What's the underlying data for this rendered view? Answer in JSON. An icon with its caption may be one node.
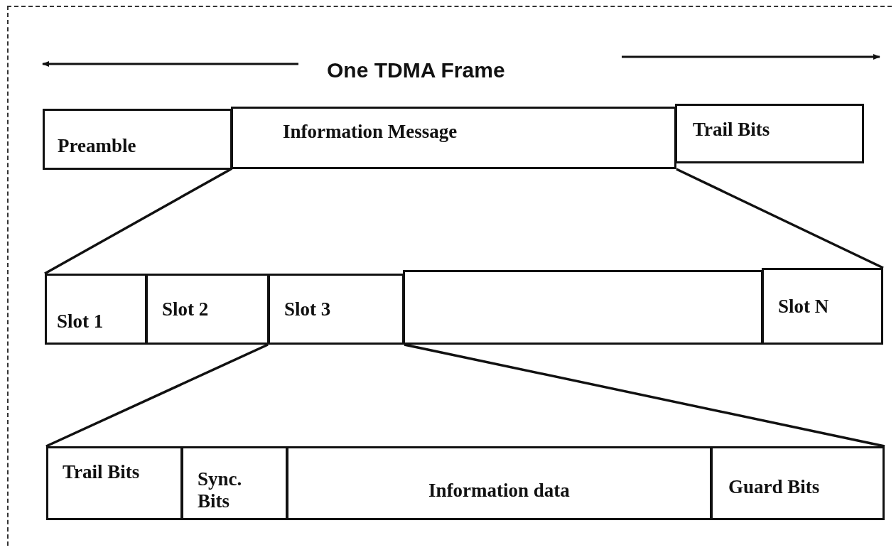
{
  "diagram": {
    "title": "One TDMA Frame",
    "nodes": [
      {
        "text": [
          "Preamble"
        ]
      },
      {
        "text": [
          "Information Message"
        ]
      },
      {
        "text": [
          "Trail Bits"
        ]
      },
      {
        "text": [
          "Slot 1"
        ]
      },
      {
        "text": [
          "Slot 2"
        ]
      },
      {
        "text": [
          "Slot 3"
        ]
      },
      {
        "text": [],
        "shape": "box"
      },
      {
        "text": [
          "Slot N"
        ]
      },
      {
        "text": [
          "Trail Bits"
        ]
      },
      {
        "text": [
          "Sync. Bits"
        ]
      },
      {
        "text": [
          "Information data"
        ]
      },
      {
        "text": [
          "Guard Bits"
        ]
      }
    ],
    "edges": [
      {
        "from": 1,
        "to": 3,
        "arrow": "none"
      },
      {
        "from": 1,
        "to": 7,
        "arrow": "none"
      },
      {
        "from": 5,
        "to": 8,
        "arrow": "none"
      },
      {
        "from": 5,
        "to": 11,
        "arrow": "none"
      }
    ]
  }
}
